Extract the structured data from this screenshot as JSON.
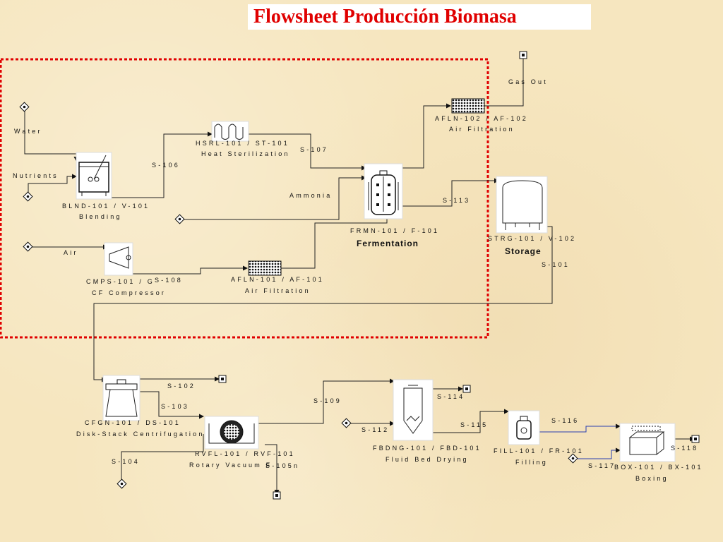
{
  "title": "Flowsheet Producción Biomasa",
  "colors": {
    "title": "#e00000",
    "boundary": "#e00000",
    "background": "#f6e6bf",
    "line": "#222222",
    "blue_line": "#2a3fb0"
  },
  "units": {
    "blending": {
      "tag": "BLND-101 / V-101",
      "name": "Blending"
    },
    "sterilization": {
      "tag": "HSRL-101 / ST-101",
      "name": "Heat Sterilization"
    },
    "fermentation": {
      "tag": "FRMN-101 / F-101",
      "name": "Fermentation"
    },
    "air_filter_2": {
      "tag": "AFLN-102 / AF-102",
      "name": "Air Filtration"
    },
    "air_filter_1": {
      "tag": "AFLN-101 / AF-101",
      "name": "Air Filtration"
    },
    "compressor": {
      "tag": "CMPS-101 / G",
      "name": "CF Compressor"
    },
    "storage": {
      "tag": "STRG-101 / V-102",
      "name": "Storage"
    },
    "centrifuge": {
      "tag": "CFGN-101 / DS-101",
      "name": "Disk-Stack Centrifugation"
    },
    "vacuum_filter": {
      "tag": "RVFL-101 / RVF-101",
      "name": "Rotary Vacuum F"
    },
    "dryer": {
      "tag": "FBDNG-101 / FBD-101",
      "name": "Fluid Bed Drying"
    },
    "filling": {
      "tag": "FILL-101 / FR-101",
      "name": "Filling"
    },
    "boxing": {
      "tag": "BOX-101 / BX-101",
      "name": "Boxing"
    }
  },
  "streams": {
    "water": "Water",
    "nutrients": "Nutrients",
    "ammonia": "Ammonia",
    "air": "Air",
    "gas_out": "Gas Out",
    "s101": "S-101",
    "s102": "S-102",
    "s103": "S-103",
    "s104": "S-104",
    "s105": "S-105n",
    "s106": "S-106",
    "s107": "S-107",
    "s108": "S-108",
    "s109": "S-109",
    "s112": "S-112",
    "s113": "S-113",
    "s114": "S-114",
    "s115": "S-115",
    "s116": "S-116",
    "s117": "S-117",
    "s118": "S-118"
  },
  "icons": [
    "mixing-tank-icon",
    "heat-exchanger-icon",
    "fermenter-icon",
    "air-filter-icon",
    "compressor-icon",
    "storage-tank-icon",
    "centrifuge-icon",
    "rotary-vacuum-filter-icon",
    "fluid-bed-dryer-icon",
    "filling-icon",
    "boxing-icon",
    "source-port-icon",
    "sink-port-icon"
  ]
}
